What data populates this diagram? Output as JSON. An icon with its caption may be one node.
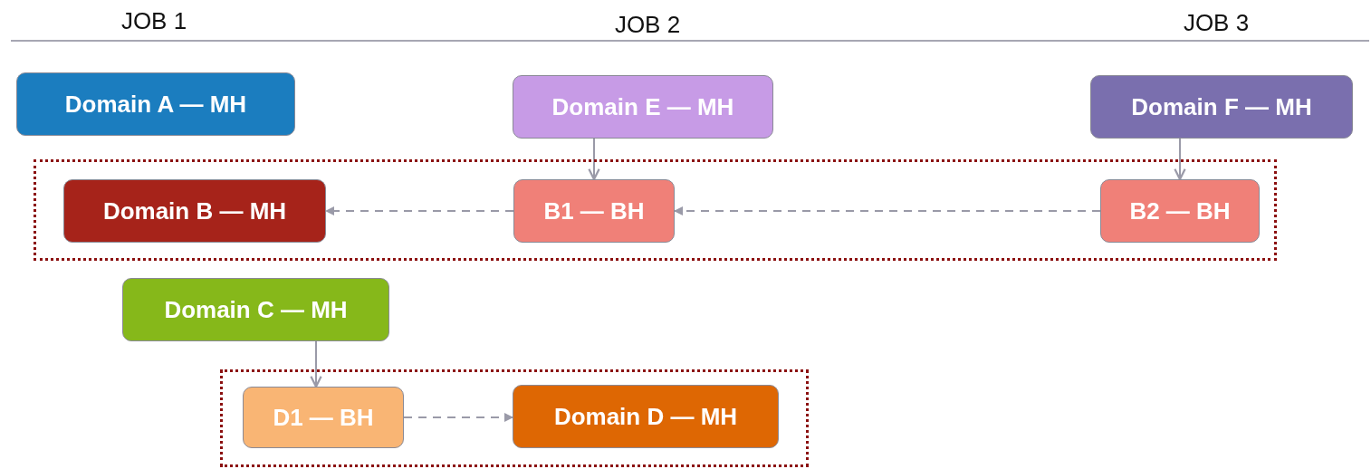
{
  "diagram": {
    "nodes": [
      {
        "text": [
          "Domain A — MH"
        ]
      },
      {
        "text": [
          "Domain E — MH"
        ]
      },
      {
        "text": [
          "Domain F — MH"
        ]
      },
      {
        "text": [],
        "shape": "box"
      },
      {
        "text": [
          "Domain B — MH"
        ],
        "in": 3
      },
      {
        "text": [
          "B1 — BH"
        ],
        "in": 3
      },
      {
        "text": [
          "B2 — BH"
        ],
        "in": 3
      },
      {
        "text": [
          "Domain C — MH"
        ]
      },
      {
        "text": [],
        "shape": "box"
      },
      {
        "text": [
          "D1 — BH"
        ],
        "in": 8
      },
      {
        "text": [
          "Domain D — MH"
        ],
        "in": 8
      }
    ],
    "edges": [
      {
        "from": 1,
        "to": 5,
        "arrow": "to"
      },
      {
        "from": 2,
        "to": 6,
        "arrow": "to"
      },
      {
        "from": 6,
        "to": 5,
        "arrow": "to",
        "style": "dashed"
      },
      {
        "from": 5,
        "to": 4,
        "arrow": "to",
        "style": "dashed"
      },
      {
        "from": 7,
        "to": 9,
        "arrow": "to"
      },
      {
        "from": 9,
        "to": 10,
        "arrow": "to",
        "style": "dashed"
      }
    ],
    "labels": [
      "JOB 1",
      "JOB 2",
      "JOB 3"
    ]
  }
}
